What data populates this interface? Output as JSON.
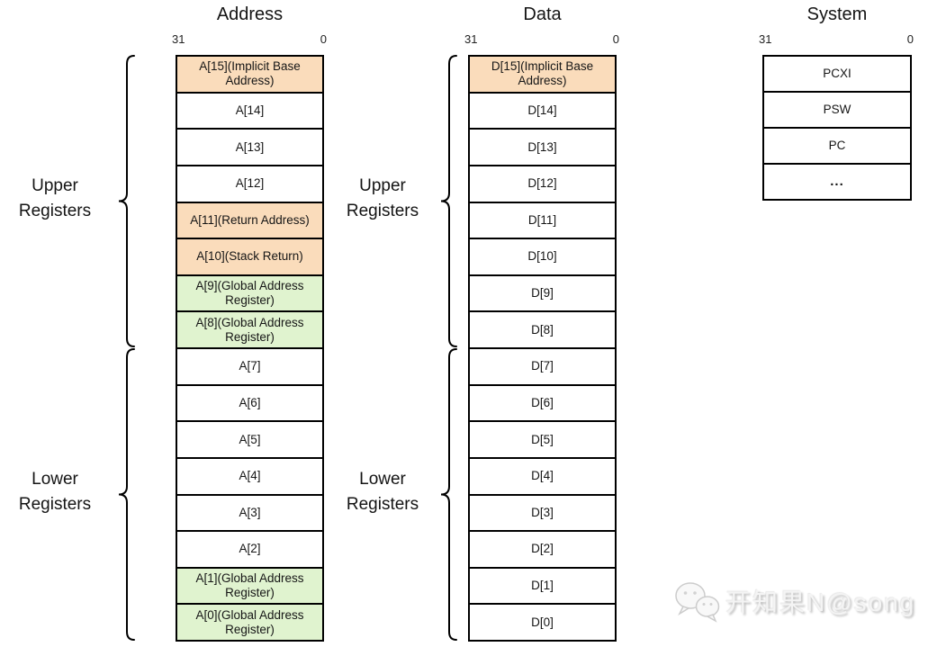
{
  "diagram": {
    "columns": [
      {
        "title": "Address",
        "bit_high": "31",
        "bit_low": "0",
        "registers": [
          {
            "label": "A[15](Implicit Base Address)",
            "color": "orange"
          },
          {
            "label": "A[14]",
            "color": "white"
          },
          {
            "label": "A[13]",
            "color": "white"
          },
          {
            "label": "A[12]",
            "color": "white"
          },
          {
            "label": "A[11](Return Address)",
            "color": "orange"
          },
          {
            "label": "A[10](Stack Return)",
            "color": "orange"
          },
          {
            "label": "A[9](Global Address Register)",
            "color": "green"
          },
          {
            "label": "A[8](Global Address Register)",
            "color": "green"
          },
          {
            "label": "A[7]",
            "color": "white"
          },
          {
            "label": "A[6]",
            "color": "white"
          },
          {
            "label": "A[5]",
            "color": "white"
          },
          {
            "label": "A[4]",
            "color": "white"
          },
          {
            "label": "A[3]",
            "color": "white"
          },
          {
            "label": "A[2]",
            "color": "white"
          },
          {
            "label": "A[1](Global Address Register)",
            "color": "green"
          },
          {
            "label": "A[0](Global Address Register)",
            "color": "green"
          }
        ]
      },
      {
        "title": "Data",
        "bit_high": "31",
        "bit_low": "0",
        "registers": [
          {
            "label": "D[15](Implicit Base Address)",
            "color": "orange"
          },
          {
            "label": "D[14]",
            "color": "white"
          },
          {
            "label": "D[13]",
            "color": "white"
          },
          {
            "label": "D[12]",
            "color": "white"
          },
          {
            "label": "D[11]",
            "color": "white"
          },
          {
            "label": "D[10]",
            "color": "white"
          },
          {
            "label": "D[9]",
            "color": "white"
          },
          {
            "label": "D[8]",
            "color": "white"
          },
          {
            "label": "D[7]",
            "color": "white"
          },
          {
            "label": "D[6]",
            "color": "white"
          },
          {
            "label": "D[5]",
            "color": "white"
          },
          {
            "label": "D[4]",
            "color": "white"
          },
          {
            "label": "D[3]",
            "color": "white"
          },
          {
            "label": "D[2]",
            "color": "white"
          },
          {
            "label": "D[1]",
            "color": "white"
          },
          {
            "label": "D[0]",
            "color": "white"
          }
        ]
      },
      {
        "title": "System",
        "bit_high": "31",
        "bit_low": "0",
        "registers": [
          {
            "label": "PCXI",
            "color": "white"
          },
          {
            "label": "PSW",
            "color": "white"
          },
          {
            "label": "PC",
            "color": "white"
          },
          {
            "label": "...",
            "color": "white",
            "bold": true
          }
        ]
      }
    ],
    "section_labels": [
      {
        "text": "Upper Registers"
      },
      {
        "text": "Lower Registers"
      },
      {
        "text": "Upper Registers"
      },
      {
        "text": "Lower Registers"
      }
    ],
    "colors": {
      "orange": "#fadcbb",
      "green": "#e0f3cf",
      "white": "#ffffff",
      "border": "#000000"
    },
    "watermark": {
      "icon": "wechat-icon",
      "text": "开知果N@song"
    }
  }
}
